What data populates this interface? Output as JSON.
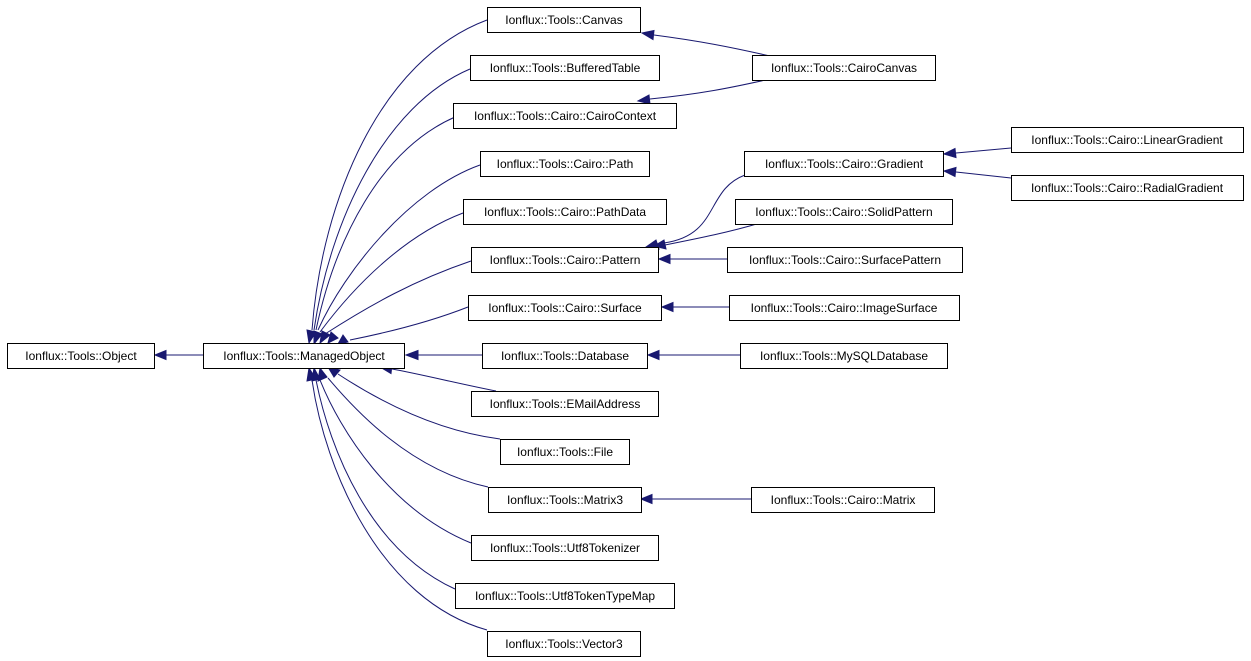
{
  "diagram": {
    "type": "inheritance-graph",
    "colors": {
      "edge": "#191970",
      "node_border": "#000000",
      "node_fill": "#ffffff",
      "text": "#000000"
    },
    "nodes": {
      "object": "Ionflux::Tools::Object",
      "managed_object": "Ionflux::Tools::ManagedObject",
      "canvas": "Ionflux::Tools::Canvas",
      "buffered_table": "Ionflux::Tools::BufferedTable",
      "cairo_context": "Ionflux::Tools::Cairo::CairoContext",
      "path": "Ionflux::Tools::Cairo::Path",
      "path_data": "Ionflux::Tools::Cairo::PathData",
      "pattern": "Ionflux::Tools::Cairo::Pattern",
      "surface": "Ionflux::Tools::Cairo::Surface",
      "database": "Ionflux::Tools::Database",
      "email_address": "Ionflux::Tools::EMailAddress",
      "file": "Ionflux::Tools::File",
      "matrix3": "Ionflux::Tools::Matrix3",
      "utf8_tokenizer": "Ionflux::Tools::Utf8Tokenizer",
      "utf8_token_type_map": "Ionflux::Tools::Utf8TokenTypeMap",
      "vector3": "Ionflux::Tools::Vector3",
      "cairo_canvas": "Ionflux::Tools::CairoCanvas",
      "gradient": "Ionflux::Tools::Cairo::Gradient",
      "solid_pattern": "Ionflux::Tools::Cairo::SolidPattern",
      "surface_pattern": "Ionflux::Tools::Cairo::SurfacePattern",
      "image_surface": "Ionflux::Tools::Cairo::ImageSurface",
      "mysql_database": "Ionflux::Tools::MySQLDatabase",
      "cairo_matrix": "Ionflux::Tools::Cairo::Matrix",
      "linear_gradient": "Ionflux::Tools::Cairo::LinearGradient",
      "radial_gradient": "Ionflux::Tools::Cairo::RadialGradient"
    }
  }
}
